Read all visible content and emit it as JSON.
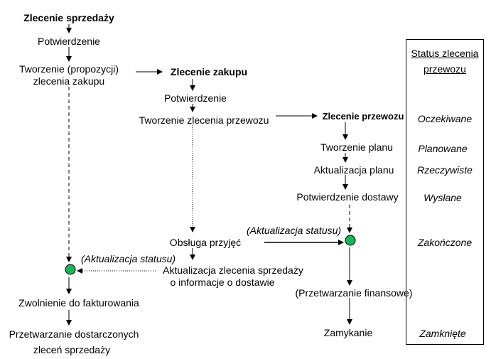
{
  "nodes": {
    "sales_order": "Zlecenie sprzedaży",
    "confirm_1": "Potwierdzenie",
    "create_po_1": "Tworzenie (propozycji)",
    "create_po_2": "zlecenia zakupu",
    "purchase_order": "Zlecenie zakupu",
    "confirm_2": "Potwierdzenie",
    "create_to": "Tworzenie zlecenia przewozu",
    "transport_order": "Zlecenie przewozu",
    "plan_create": "Tworzenie planu",
    "plan_update": "Aktualizacja planu",
    "delivery_confirm": "Potwierdzenie dostawy",
    "receipt": "Obsługa przyjęć",
    "status_update_right": "(Aktualizacja statusu)",
    "status_update_left": "(Aktualizacja statusu)",
    "so_update_1": "Aktualizacja zlecenia sprzedaży",
    "so_update_2": "o informacje o dostawie",
    "release_billing": "Zwolnienie do fakturowania",
    "financial_processing": "(Przetwarzanie finansowe)",
    "process_delivered_1": "Przetwarzanie dostarczonych",
    "process_delivered_2": "zleceń sprzedaży",
    "closing": "Zamykanie"
  },
  "status_panel": {
    "title": "Status zlecenia przewozu",
    "statuses": [
      "Oczekiwane",
      "Planowane",
      "Rzeczywiste",
      "Wysłane",
      "Zakończone",
      "Zamknięte"
    ]
  },
  "colors": {
    "event_fill": "#1db35a",
    "line": "#000000"
  }
}
